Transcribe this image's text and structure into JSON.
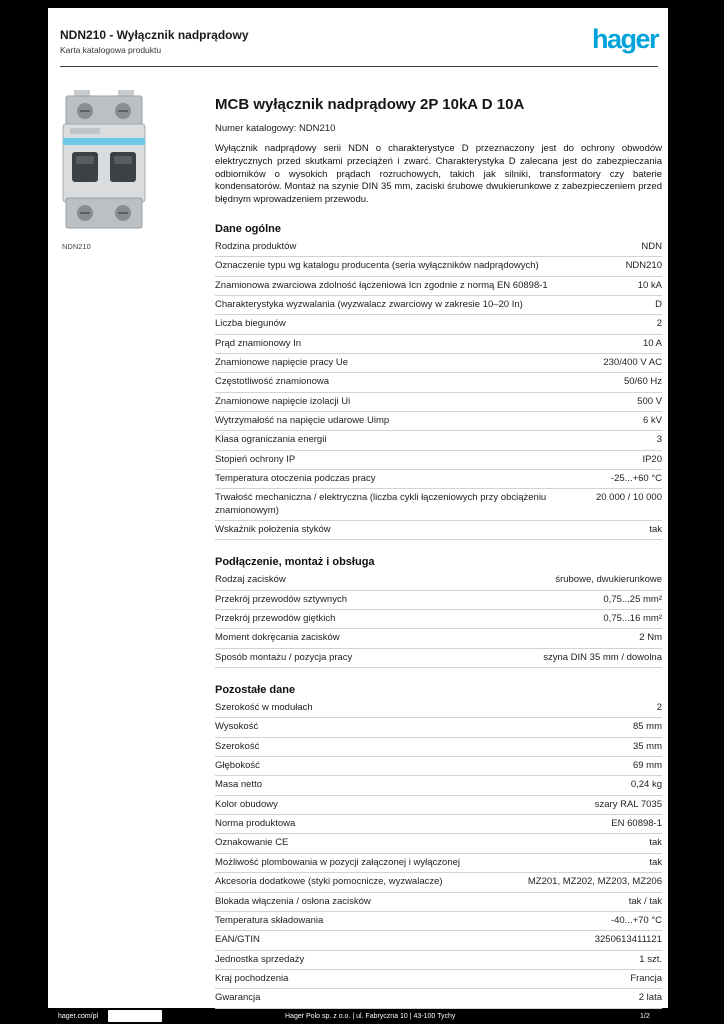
{
  "page": {
    "header": {
      "title_line1": "NDN210 - Wyłącznik nadprądowy",
      "title_line2": "Karta katalogowa produktu",
      "logo_text": "hager",
      "brand_color": "#00A3DA"
    },
    "product": {
      "image_caption": "NDN210",
      "title": "MCB wyłącznik nadprądowy 2P 10kA D 10A",
      "catalog_ref": "Numer katalogowy: NDN210",
      "description": "Wyłącznik nadprądowy serii NDN o charakterystyce D przeznaczony jest do ochrony obwodów elektrycznych przed skutkami przeciążeń i zwarć. Charakterystyka D zalecana jest do zabezpieczania odbiorników o wysokich prądach rozruchowych, takich jak silniki, transformatory czy baterie kondensatorów. Montaż na szynie DIN 35 mm, zaciski śrubowe dwukierunkowe z zabezpieczeniem przed błędnym wprowadzeniem przewodu."
    },
    "sections": [
      {
        "title": "Dane ogólne",
        "rows": [
          {
            "label": "Rodzina produktów",
            "value": "NDN"
          },
          {
            "label": "Oznaczenie typu wg katalogu producenta (seria wyłączników nadprądowych)",
            "value": "NDN210"
          },
          {
            "label": "Znamionowa zwarciowa zdolność łączeniowa Icn zgodnie z normą EN 60898-1",
            "value": "10 kA"
          },
          {
            "label": "Charakterystyka wyzwalania (wyzwalacz zwarciowy w zakresie 10–20 In)",
            "value": "D"
          },
          {
            "label": "Liczba biegunów",
            "value": "2"
          },
          {
            "label": "Prąd znamionowy In",
            "value": "10 A"
          },
          {
            "label": "Znamionowe napięcie pracy Ue",
            "value": "230/400 V AC"
          },
          {
            "label": "Częstotliwość znamionowa",
            "value": "50/60 Hz"
          },
          {
            "label": "Znamionowe napięcie izolacji Ui",
            "value": "500 V"
          },
          {
            "label": "Wytrzymałość na napięcie udarowe Uimp",
            "value": "6 kV"
          },
          {
            "label": "Klasa ograniczania energii",
            "value": "3"
          },
          {
            "label": "Stopień ochrony IP",
            "value": "IP20"
          },
          {
            "label": "Temperatura otoczenia podczas pracy",
            "value": "-25...+60 °C"
          },
          {
            "label": "Trwałość mechaniczna / elektryczna (liczba cykli łączeniowych przy obciążeniu znamionowym)",
            "value": "20 000 / 10 000"
          },
          {
            "label": "Wskaźnik położenia styków",
            "value": "tak"
          }
        ]
      },
      {
        "title": "Podłączenie, montaż i obsługa",
        "rows": [
          {
            "label": "Rodzaj zacisków",
            "value": "śrubowe, dwukierunkowe"
          },
          {
            "label": "Przekrój przewodów sztywnych",
            "value": "0,75...25 mm²"
          },
          {
            "label": "Przekrój przewodów giętkich",
            "value": "0,75...16 mm²"
          },
          {
            "label": "Moment dokręcania zacisków",
            "value": "2 Nm"
          },
          {
            "label": "Sposób montażu / pozycja pracy",
            "value": "szyna DIN 35 mm / dowolna"
          }
        ]
      },
      {
        "title": "Pozostałe dane",
        "rows": [
          {
            "label": "Szerokość w modułach",
            "value": "2"
          },
          {
            "label": "Wysokość",
            "value": "85 mm"
          },
          {
            "label": "Szerokość",
            "value": "35 mm"
          },
          {
            "label": "Głębokość",
            "value": "69 mm"
          },
          {
            "label": "Masa netto",
            "value": "0,24 kg"
          },
          {
            "label": "Kolor obudowy",
            "value": "szary RAL 7035"
          },
          {
            "label": "Norma produktowa",
            "value": "EN 60898-1"
          },
          {
            "label": "Oznakowanie CE",
            "value": "tak"
          },
          {
            "label": "Możliwość plombowania w pozycji załączonej i wyłączonej",
            "value": "tak"
          },
          {
            "label": "Akcesoria dodatkowe (styki pomocnicze, wyzwalacze)",
            "value": "MZ201, MZ202, MZ203, MZ206"
          },
          {
            "label": "Blokada włączenia / osłona zacisków",
            "value": "tak / tak"
          },
          {
            "label": "Temperatura składowania",
            "value": "-40...+70 °C"
          },
          {
            "label": "EAN/GTIN",
            "value": "3250613411121"
          },
          {
            "label": "Jednostka sprzedaży",
            "value": "1 szt."
          },
          {
            "label": "Kraj pochodzenia",
            "value": "Francja"
          },
          {
            "label": "Gwarancja",
            "value": "2 lata"
          }
        ]
      }
    ],
    "footer": {
      "url": "hager.com/pl",
      "company": "Hager Polo sp. z o.o. | ul. Fabryczna 10 | 43-100 Tychy",
      "page_number": "1/2"
    }
  }
}
